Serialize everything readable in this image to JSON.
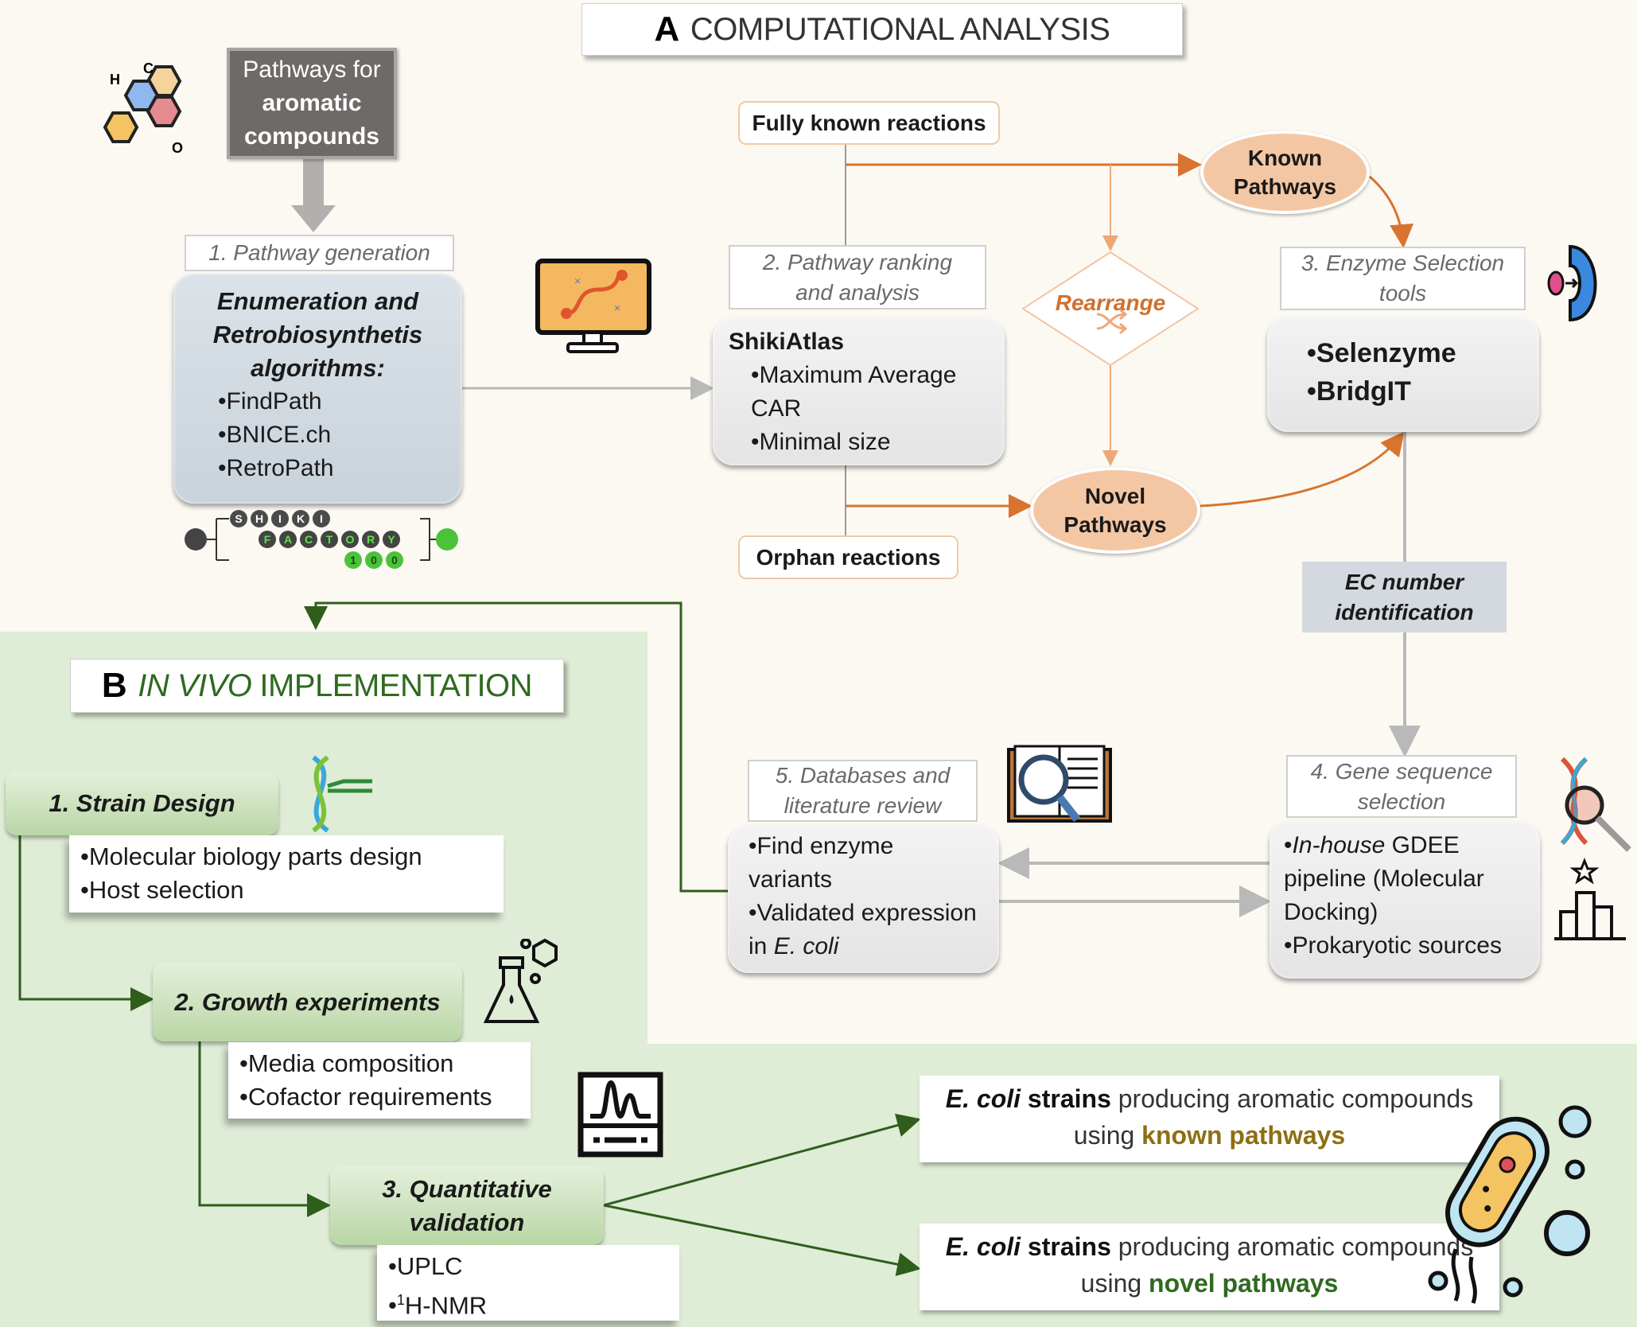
{
  "section_a": {
    "letter": "A",
    "title": "COMPUTATIONAL ANALYSIS"
  },
  "section_b": {
    "letter": "B",
    "title_em": "IN VIVO",
    "title_rest": "IMPLEMENTATION"
  },
  "start_box": {
    "line1": "Pathways for",
    "line2": "aromatic",
    "line3": "compounds"
  },
  "step1": {
    "header": "1. Pathway generation",
    "title_lines": [
      "Enumeration and",
      "Retrobiosynthetis",
      "algorithms:"
    ],
    "items": [
      "FindPath",
      "BNICE.ch",
      "RetroPath"
    ]
  },
  "shiki_logo": {
    "row1": [
      "S",
      "H",
      "I",
      "K",
      "I"
    ],
    "row2": [
      "F",
      "A",
      "C",
      "T",
      "O",
      "R",
      "Y"
    ],
    "row3": [
      "1",
      "0",
      "0"
    ]
  },
  "step2": {
    "header": "2. Pathway ranking and analysis",
    "title": "ShikiAtlas",
    "items": [
      "Maximum Average CAR",
      "Minimal size"
    ]
  },
  "fully_known": "Fully known reactions",
  "orphan": "Orphan reactions",
  "rearrange": "Rearrange",
  "known_pathways": "Known Pathways",
  "novel_pathways": "Novel Pathways",
  "step3": {
    "header": "3. Enzyme Selection tools",
    "items": [
      "Selenzyme",
      "BridgIT"
    ]
  },
  "ec_box": "EC number identification",
  "step4": {
    "header": "4. Gene sequence selection",
    "item1_em": "In-house",
    "item1_rest": " GDEE pipeline (Molecular Docking)",
    "item2": "Prokaryotic sources"
  },
  "step5": {
    "header": "5. Databases and literature review",
    "item1": "Find enzyme variants",
    "item2_pre": "Validated expression in ",
    "item2_em": "E. coli"
  },
  "invivo": {
    "strain": {
      "label": "1. Strain Design",
      "items": [
        "Molecular biology parts design",
        "Host selection"
      ]
    },
    "growth": {
      "label": "2. Growth experiments",
      "items": [
        "Media composition",
        "Cofactor requirements"
      ]
    },
    "quant": {
      "label": "3. Quantitative validation",
      "items": [
        "UPLC"
      ],
      "nmr_sup": "1",
      "nmr_rest": "H-NMR"
    }
  },
  "results": [
    {
      "ecoli": "E. coli",
      "strains": "strains",
      "mid": " producing aromatic compounds using ",
      "highlight": "known pathways",
      "highlight_color": "#8f6e12"
    },
    {
      "ecoli": "E. coli",
      "strains": "strains",
      "mid": " producing aromatic compounds using ",
      "highlight": "novel pathways",
      "highlight_color": "#2f6a1f"
    }
  ],
  "colors": {
    "orange": "#d8742f",
    "light_orange": "#eea876",
    "gray_arrow": "#b9b9b9",
    "green_arrow": "#2f5e1c",
    "green_bg": "#dfecd6",
    "cream_bg": "#fcf9f3"
  }
}
